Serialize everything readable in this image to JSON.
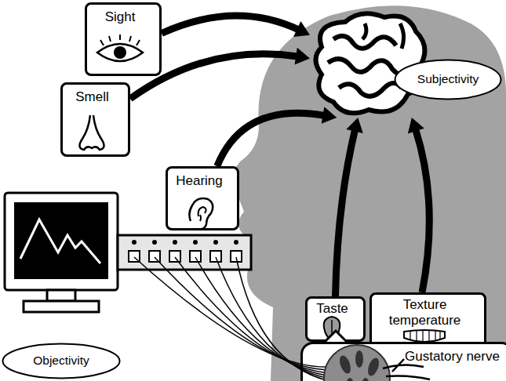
{
  "diagram": {
    "nodes": [
      {
        "text": [
          "Sight"
        ]
      },
      {
        "text": [
          "Subjectivity"
        ]
      },
      {
        "text": [
          "Smell"
        ]
      },
      {
        "text": [
          "Hearing"
        ]
      },
      {
        "text": [
          "Taste"
        ]
      },
      {
        "text": [
          "Texture temperature"
        ]
      },
      {
        "text": [
          "Gustatory nerve"
        ]
      },
      {
        "text": [
          "Objectivity"
        ]
      }
    ],
    "edges": [
      {
        "from": 0,
        "to": 1,
        "arrow": "to"
      },
      {
        "from": 2,
        "to": 1,
        "arrow": "to"
      },
      {
        "from": 3,
        "to": 1,
        "arrow": "to"
      },
      {
        "from": 4,
        "to": 1,
        "arrow": "to"
      },
      {
        "from": 5,
        "to": 1,
        "arrow": "to"
      }
    ]
  }
}
